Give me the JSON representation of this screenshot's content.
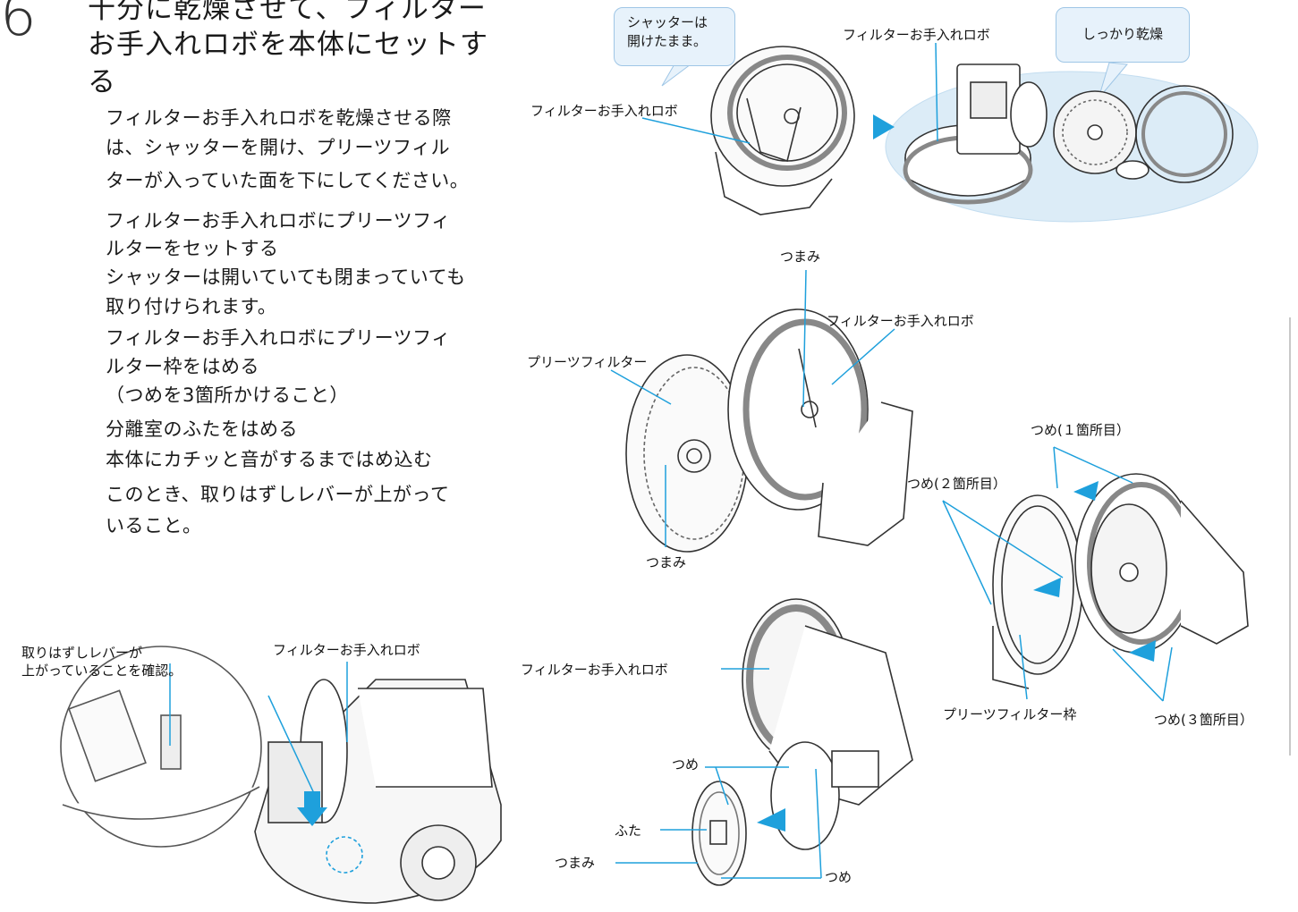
{
  "step": {
    "number": "6",
    "title_lines": [
      "十分に乾燥させて、フィルター",
      "お手入れロボを本体にセットす",
      "る"
    ]
  },
  "body_lines": [
    "フィルターお手入れロボを乾燥させる際",
    "は、シャッターを開け、プリーツフィル",
    "ターが入っていた面を下にしてください。",
    "フィルターお手入れロボにプリーツフィ",
    "ルターをセットする",
    "シャッターは開いていても閉まっていても",
    "取り付けられます。",
    "フィルターお手入れロボにプリーツフィ",
    "ルター枠をはめる",
    "（つめを3箇所かけること）",
    "分離室のふたをはめる",
    "本体にカチッと音がするまではめ込む",
    "このとき、取りはずしレバーが上がって",
    "いること。"
  ],
  "callouts": {
    "shutter": [
      "シャッターは",
      "開けたまま。"
    ],
    "dry": "しっかり乾燥"
  },
  "labels": {
    "robot_top_left": "フィルターお手入れロボ",
    "robot_top_right": "フィルターお手入れロボ",
    "knob_top": "つまみ",
    "robot_mid": "フィルターお手入れロボ",
    "pleats_filter": "プリーツフィルター",
    "knob_bottom": "つまみ",
    "claw_1": "つめ(１箇所目）",
    "claw_2": "つめ(２箇所目）",
    "claw_3": "つめ(３箇所目）",
    "pleats_frame": "プリーツフィルター枠",
    "lever_note": [
      "取りはずしレバーが",
      "上がっていることを確認。"
    ],
    "robot_bottom_left": "フィルターお手入れロボ",
    "robot_bottom_mid": "フィルターお手入れロボ",
    "claw_a": "つめ",
    "lid": "ふた",
    "knob_lid": "つまみ",
    "claw_b": "つめ"
  },
  "colors": {
    "accent_blue": "#1ea0dc",
    "callout_bg": "#e7f2fb",
    "oval_bg": "#dcecf7"
  }
}
